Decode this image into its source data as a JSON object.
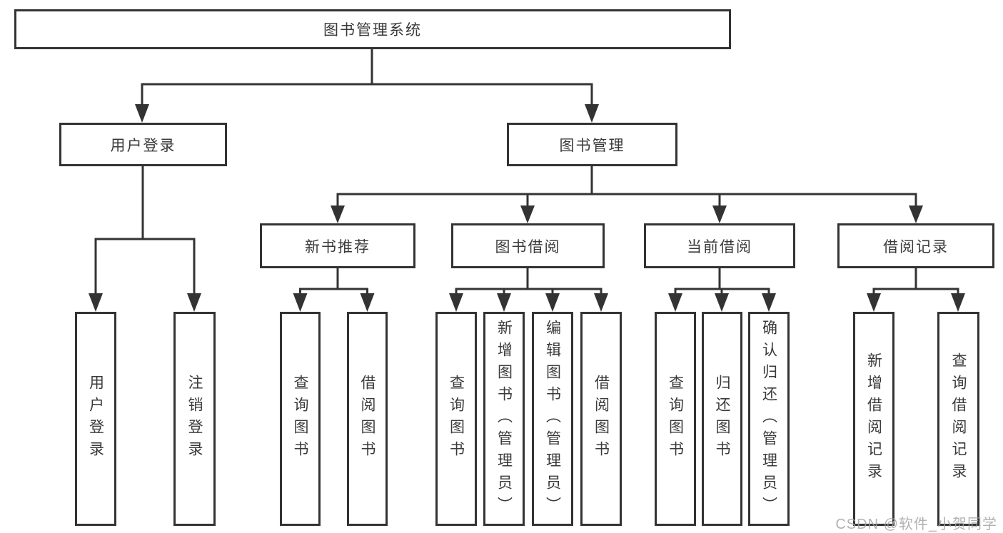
{
  "diagram": {
    "root": "图书管理系统",
    "level2": [
      "用户登录",
      "图书管理"
    ],
    "level3": [
      "新书推荐",
      "图书借阅",
      "当前借阅",
      "借阅记录"
    ],
    "login_children": [
      "用户登录",
      "注销登录"
    ],
    "recommend_children": [
      "查询图书",
      "借阅图书"
    ],
    "borrow_children": [
      "查询图书",
      "新增图书（管理员）",
      "编辑图书（管理员）",
      "借阅图书"
    ],
    "current_children": [
      "查询图书",
      "归还图书",
      "确认归还（管理员）"
    ],
    "records_children": [
      "新增借阅记录",
      "查询借阅记录"
    ]
  },
  "watermark": "CSDN @软件_小贺同学",
  "colors": {
    "line": "#333333",
    "box_border": "#333333",
    "text": "#3a3a3a",
    "background": "#ffffff",
    "watermark": "#a5a5a5"
  }
}
